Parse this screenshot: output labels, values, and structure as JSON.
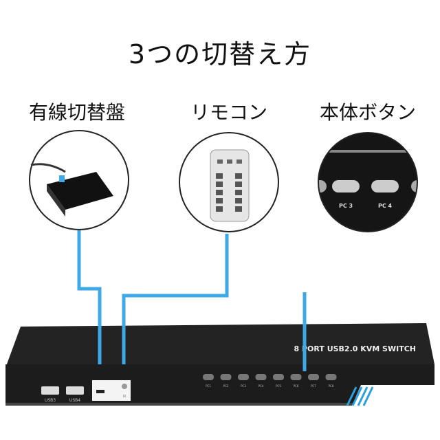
{
  "title": "3つの切替え方",
  "methods": [
    {
      "label": "有線切替盤"
    },
    {
      "label": "リモコン"
    },
    {
      "label": "本体ボタン"
    }
  ],
  "device": {
    "name": "8 PORT USB2.0 KVM SWITCH",
    "usb_ports": [
      "USB3",
      "USB4"
    ],
    "ir_label": "IR",
    "buttons": [
      "PC1",
      "PC2",
      "PC3",
      "PC4",
      "PC5",
      "PC6",
      "PC7",
      "PC8"
    ],
    "closeup_buttons": [
      "PC 3",
      "PC 4"
    ]
  },
  "colors": {
    "line": "#3fa9e8",
    "device": "#1b1b1b",
    "accent": "#2a9fe0"
  }
}
